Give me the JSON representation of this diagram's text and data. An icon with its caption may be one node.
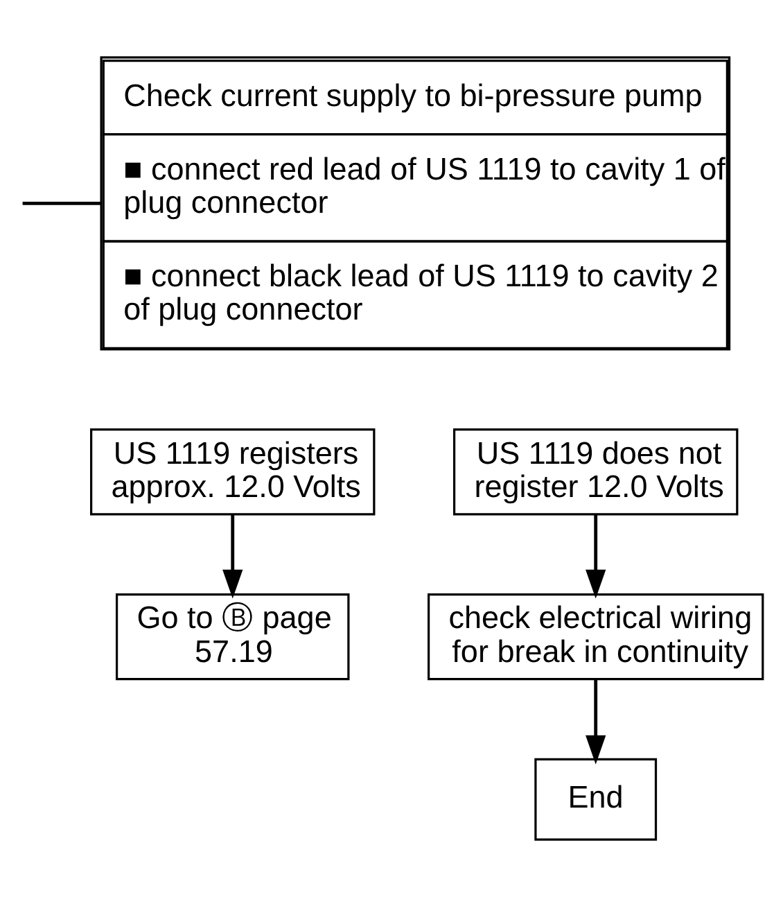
{
  "diagram": {
    "nodes": [
      {
        "text": [
          "Check current supply to bi-pressure pump",
          "■ connect red lead of US 1119 to cavity 1 of plug connector",
          "■ connect black lead of US 1119 to cavity 2 of plug connector"
        ]
      },
      {
        "text": [
          "US 1119 registers approx. 12.0 Volts"
        ]
      },
      {
        "text": [
          "US 1119 does not register 12.0 Volts"
        ]
      },
      {
        "text": [
          "check electrical wiring for break in continuity"
        ]
      },
      {
        "text": [
          "End"
        ]
      },
      {
        "text": [
          "Go to Ⓑ page 57.19"
        ]
      }
    ],
    "edges": [
      {
        "from": null,
        "to": 0,
        "arrow": "none"
      },
      {
        "from": 1,
        "to": 5,
        "arrow": "to"
      },
      {
        "from": 2,
        "to": 3,
        "arrow": "to"
      },
      {
        "from": 3,
        "to": 4,
        "arrow": "to"
      }
    ]
  }
}
